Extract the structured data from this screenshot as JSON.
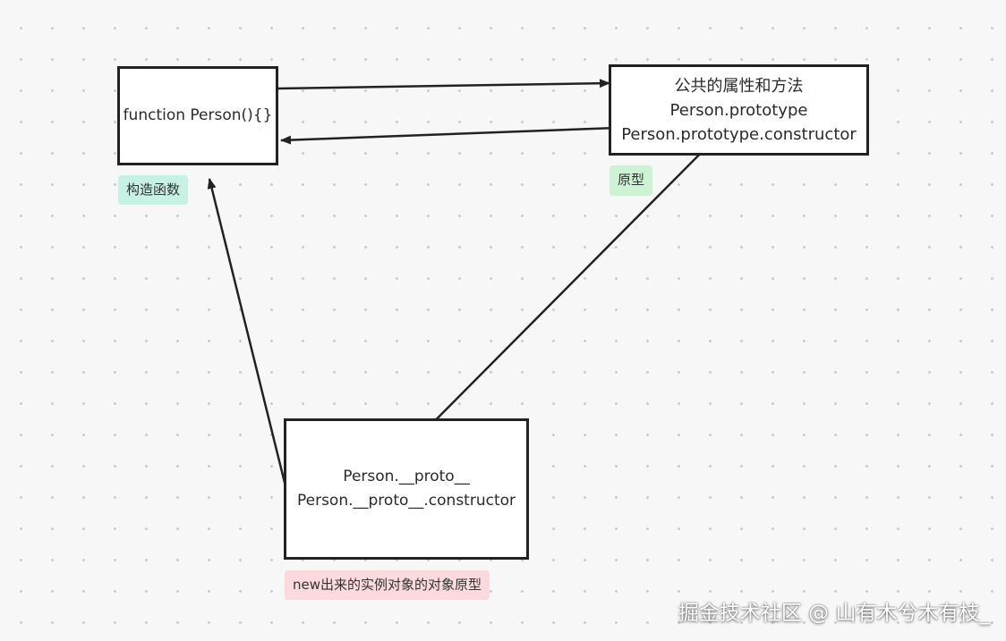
{
  "boxes": {
    "constructor": {
      "lines": [
        "function Person(){}"
      ]
    },
    "prototype": {
      "lines": [
        "公共的属性和方法",
        "Person.prototype",
        "Person.prototype.constructor"
      ]
    },
    "instance": {
      "lines": [
        "Person.__proto__",
        "Person.__proto__.constructor"
      ]
    }
  },
  "tags": {
    "constructor": {
      "label": "构造函数",
      "color": "#c6f1e4"
    },
    "prototype": {
      "label": "原型",
      "color": "#cdf3d4"
    },
    "instance": {
      "label": "new出来的实例对象的对象原型",
      "color": "#fbd9dc"
    }
  },
  "arrows": [
    {
      "id": "constructor-to-prototype",
      "from": "constructor",
      "to": "prototype"
    },
    {
      "id": "prototype-to-constructor",
      "from": "prototype",
      "to": "constructor"
    },
    {
      "id": "instance-to-constructor",
      "from": "instance",
      "to": "constructor"
    },
    {
      "id": "instance-to-prototype",
      "from": "instance",
      "to": "prototype"
    }
  ],
  "colors": {
    "stroke": "#222222",
    "canvas": "#f7f7f8",
    "grid_dot": "#c9ccd1"
  },
  "watermark": "掘金技术社区 @ 山有木兮木有枝_"
}
